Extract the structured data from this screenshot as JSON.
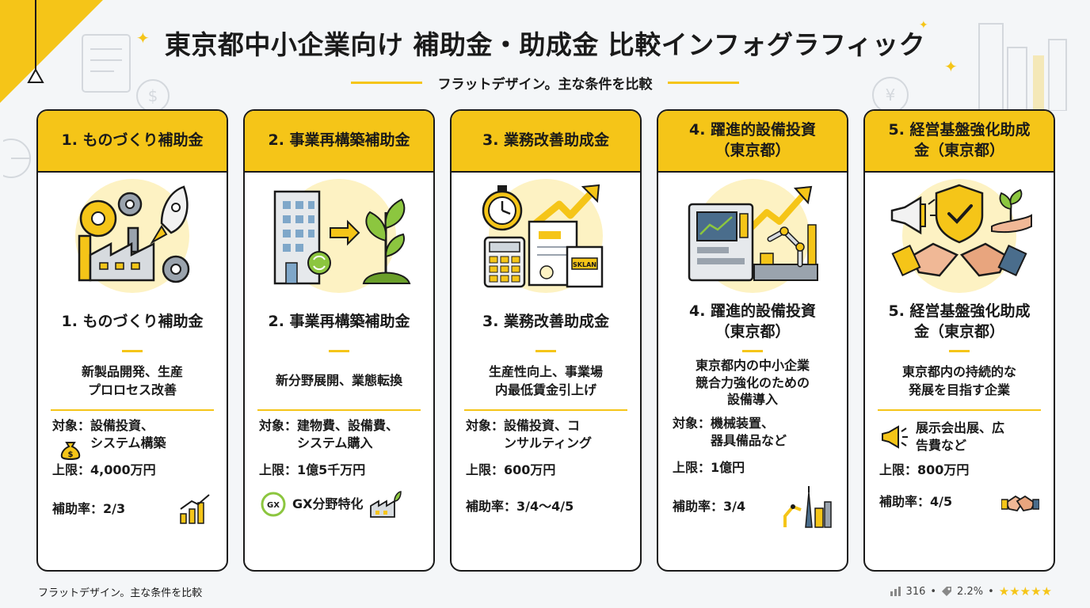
{
  "header": {
    "title": "東京都中小企業向け 補助金・助成金 比較インフォグラフィック",
    "subtitle": "フラットデザイン。主な条件を比較"
  },
  "cards": [
    {
      "head": "1. ものづくり補助金",
      "name": "1. ものづくり補助金",
      "desc": "新製品開発、生産\nプロロセス改善",
      "target_label": "対象：",
      "target_value": "設備投資、\nシステム構築",
      "limit": "上限：4,000万円",
      "rate": "補助率：2/3"
    },
    {
      "head": "2. 事業再構築補助金",
      "name": "2. 事業再構築補助金",
      "desc": "新分野展開、業態転換",
      "target_label": "対象：",
      "target_value": "建物費、設備費、\nシステム購入",
      "limit": "上限：1億5千万円",
      "feature": "GX分野特化",
      "feature_icon_text": "GX"
    },
    {
      "head": "3. 業務改善助成金",
      "name": "3. 業務改善助成金",
      "desc": "生産性向上、事業場\n内最低賃金引上げ",
      "target_label": "対象：",
      "target_value": "設備投資、コ\nンサルティング",
      "limit": "上限：600万円",
      "rate": "補助率：3/4〜4/5",
      "doc_stamp": "SKLAN"
    },
    {
      "head": "4. 躍進的設備投資\n（東京都）",
      "name": "4. 躍進的設備投資\n（東京都）",
      "desc": "東京都内の中小企業\n競合力強化のための\n設備導入",
      "target_label": "対象：",
      "target_value": "機械装置、\n器具備品など",
      "limit": "上限：1億円",
      "rate": "補助率：3/4"
    },
    {
      "head": "5. 経営基盤強化助成\n金（東京都）",
      "name": "5. 経営基盤強化助成\n金（東京都）",
      "desc": "東京都内の持続的な\n発展を目指す企業",
      "target_value": "展示会出展、広\n告費など",
      "limit": "上限：800万円",
      "rate": "補助率：4/5"
    }
  ],
  "footer": {
    "left": "フラットデザイン。主な条件を比較",
    "views": "316",
    "percent": "2.2%",
    "stars": "★★★★★"
  },
  "colors": {
    "accent": "#f5c518",
    "border": "#1a1a1a",
    "background": "#f4f6f8",
    "card": "#ffffff"
  },
  "icons": [
    "gear-icon",
    "rocket-icon",
    "factory-icon",
    "building-icon",
    "arrow-right-icon",
    "plant-icon",
    "stopwatch-icon",
    "calculator-icon",
    "document-icon",
    "trend-up-icon",
    "machine-icon",
    "robot-arm-icon",
    "megaphone-icon",
    "shield-check-icon",
    "handshake-icon",
    "money-bag-icon",
    "bar-chart-icon",
    "tower-icon"
  ]
}
